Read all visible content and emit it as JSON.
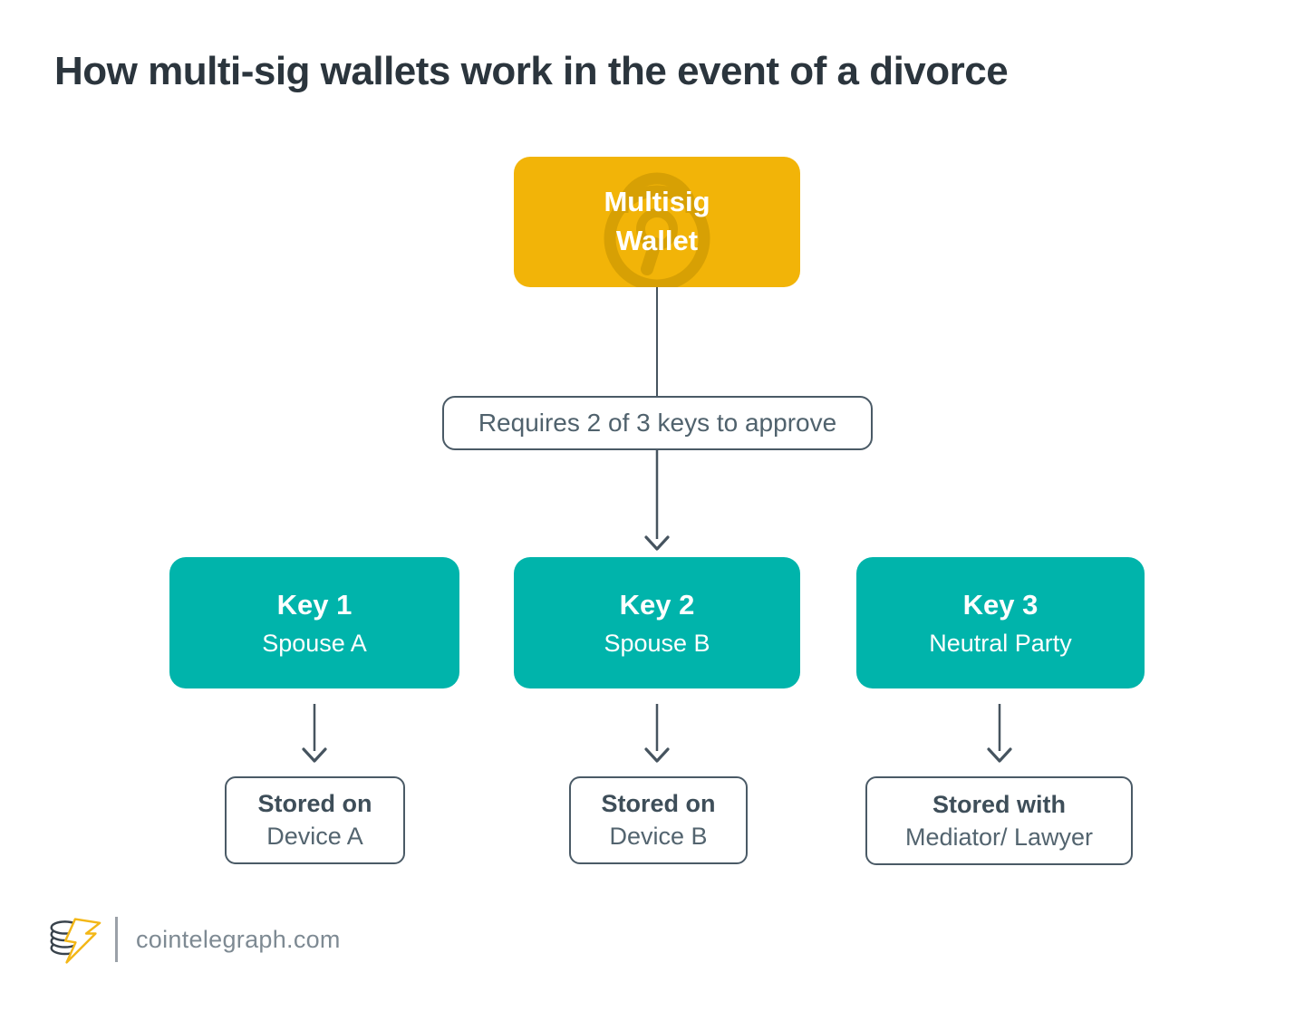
{
  "page": {
    "title": "How multi-sig wallets work in the event of a divorce"
  },
  "diagram": {
    "root": {
      "label_line1": "Multisig",
      "label_line2": "Wallet",
      "icon": "padlock-icon"
    },
    "condition": {
      "label": "Requires 2 of 3 keys to approve"
    },
    "keys": [
      {
        "title": "Key 1",
        "subtitle": "Spouse A",
        "storage_title": "Stored on",
        "storage_subtitle": "Device A"
      },
      {
        "title": "Key 2",
        "subtitle": "Spouse B",
        "storage_title": "Stored on",
        "storage_subtitle": "Device B"
      },
      {
        "title": "Key 3",
        "subtitle": "Neutral Party",
        "storage_title": "Stored with",
        "storage_subtitle": "Mediator/ Lawyer"
      }
    ]
  },
  "footer": {
    "site": "cointelegraph.com",
    "logo": "cointelegraph-coin-stack-lightning-logo"
  },
  "colors": {
    "accent_gold": "#F2B408",
    "accent_gold_watermark": "#D7A004",
    "accent_teal": "#00B4AB",
    "slate_line": "#46545F",
    "slate_border": "#4A5A66",
    "title_text": "#2B353D",
    "footer_text": "#7E8A93",
    "logo_bolt_yellow": "#F3B717"
  }
}
